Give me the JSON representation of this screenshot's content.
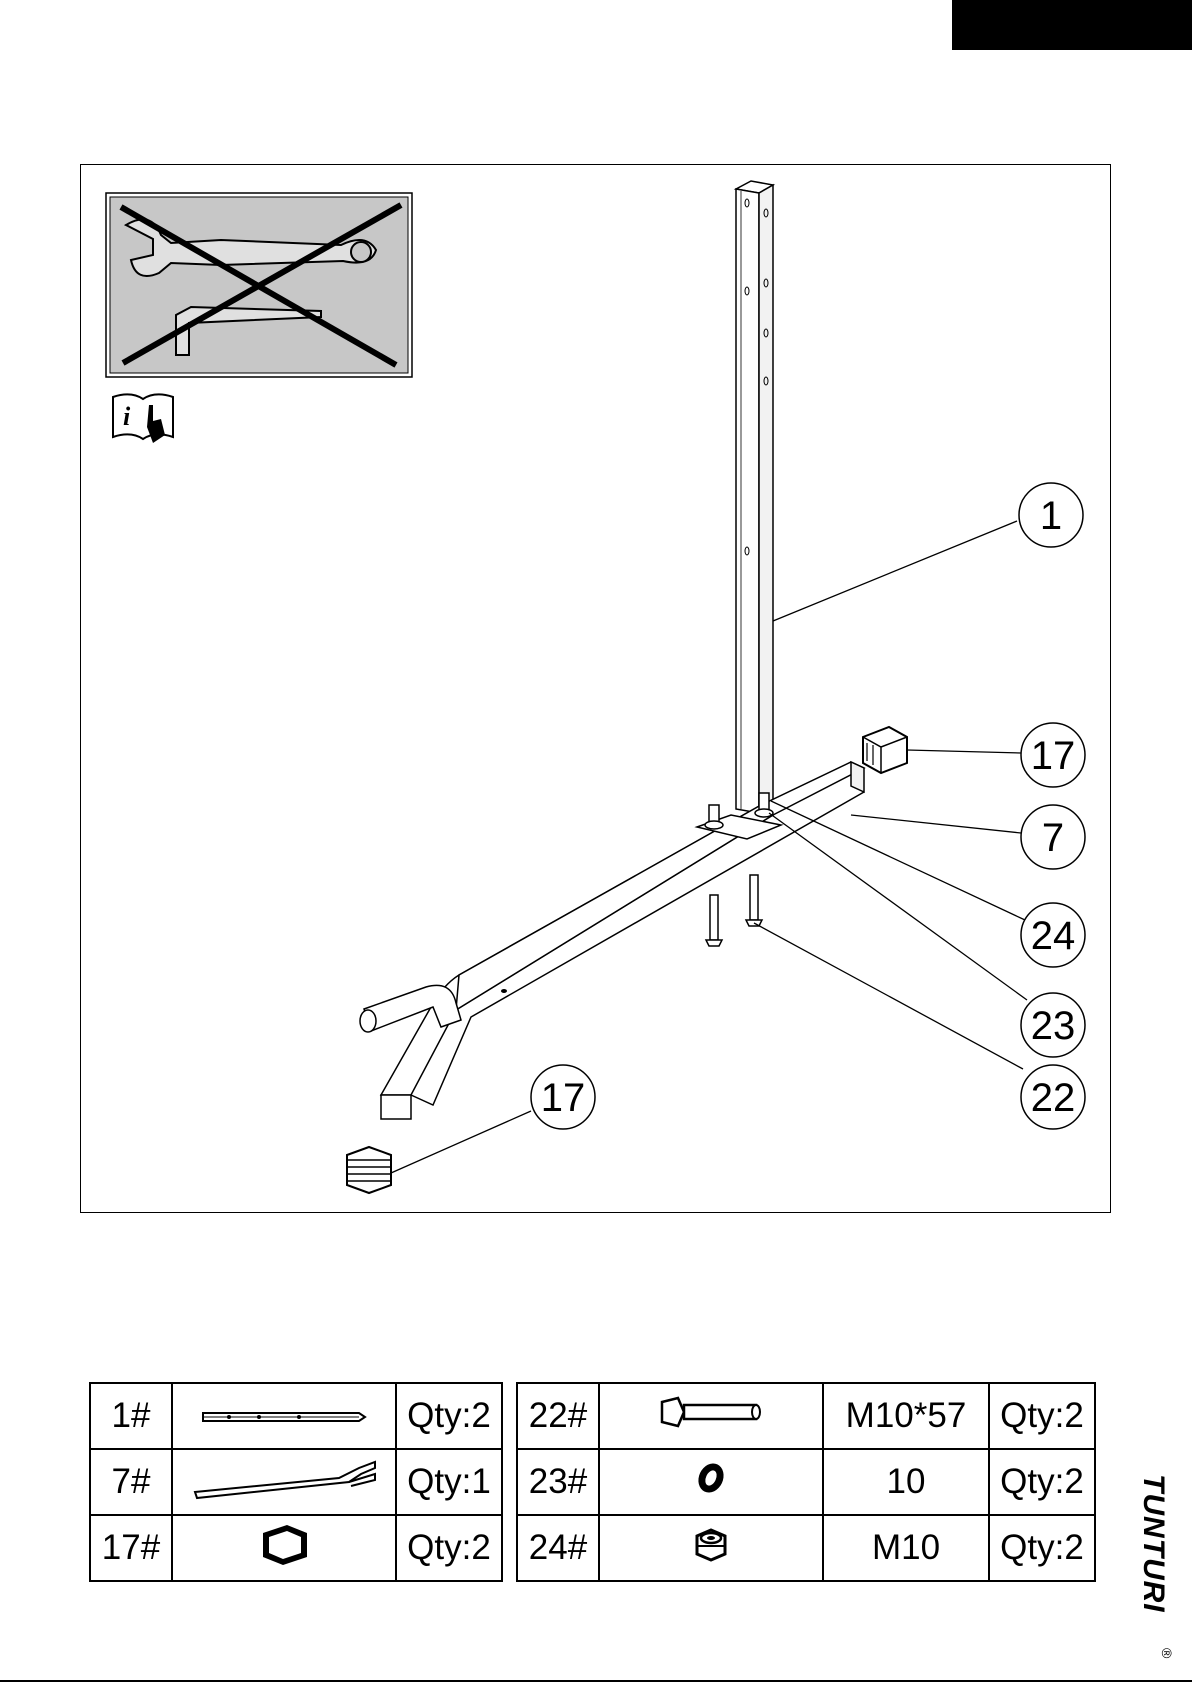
{
  "callouts": {
    "post": "1",
    "base": "7",
    "cap_top": "17",
    "cap_bottom": "17",
    "nut": "24",
    "washer": "23",
    "bolt": "22"
  },
  "parts_left": [
    {
      "id": "1#",
      "icon": "upright-post-icon",
      "qty": "Qty:2"
    },
    {
      "id": "7#",
      "icon": "base-bar-icon",
      "qty": "Qty:1"
    },
    {
      "id": "17#",
      "icon": "end-cap-icon",
      "qty": "Qty:2"
    }
  ],
  "parts_right": [
    {
      "id": "22#",
      "icon": "bolt-icon",
      "spec": "M10*57",
      "qty": "Qty:2"
    },
    {
      "id": "23#",
      "icon": "washer-icon",
      "spec": "10",
      "qty": "Qty:2"
    },
    {
      "id": "24#",
      "icon": "nut-icon",
      "spec": "M10",
      "qty": "Qty:2"
    }
  ],
  "brand": {
    "name": "TUNTURI",
    "mark": "®"
  },
  "icons": [
    "no-tools-icon",
    "read-manual-icon"
  ]
}
